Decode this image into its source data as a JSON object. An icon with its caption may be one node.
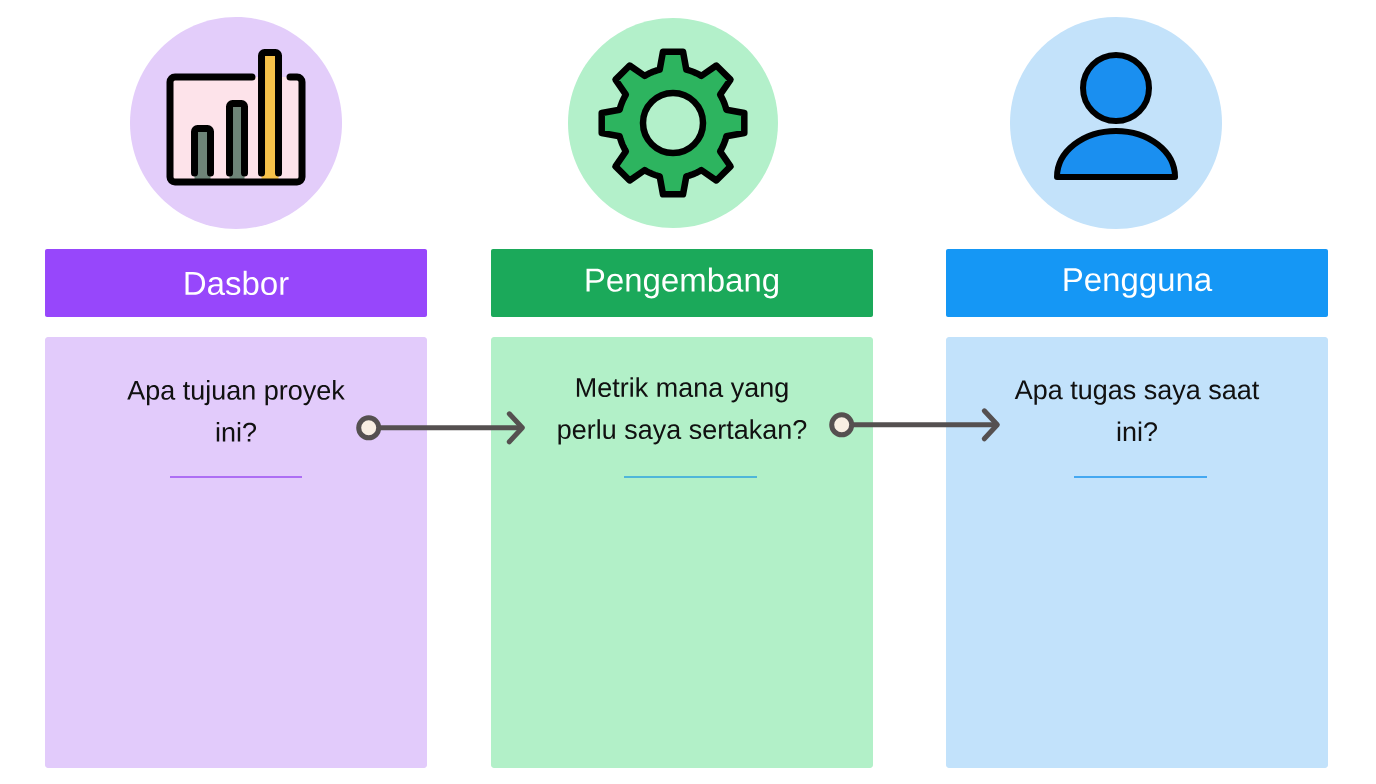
{
  "diagram": {
    "nodes": [
      {
        "text": [
          "Dasbor"
        ]
      },
      {
        "text": [
          "Pengembang"
        ]
      },
      {
        "text": [
          "Pengguna"
        ]
      },
      {
        "text": [],
        "shape": "box"
      },
      {
        "text": [
          "Apa tujuan proyek ini?"
        ],
        "in": 3
      },
      {
        "text": [],
        "shape": "box"
      },
      {
        "text": [
          "Metrik mana yang perlu saya sertakan?"
        ],
        "in": 5
      },
      {
        "text": [],
        "shape": "box"
      },
      {
        "text": [
          "Apa tugas saya saat ini?"
        ],
        "in": 7
      }
    ],
    "edges": [
      {
        "from": 4,
        "to": 6,
        "arrow": "to"
      },
      {
        "from": 6,
        "to": 8,
        "arrow": "to"
      }
    ]
  }
}
